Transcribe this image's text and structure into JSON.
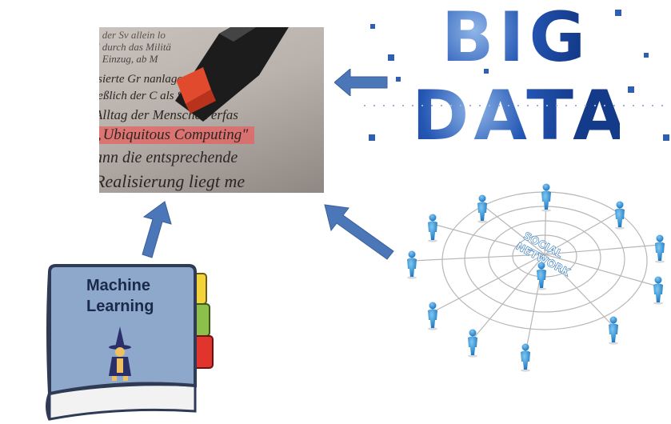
{
  "photo": {
    "lines": [
      "n der Sv allein lo",
      "d durch das Militä",
      "n Einzug, ab M",
      "isierte Gr        nanlagen A",
      "ießlich der      C als Stand-alo",
      "Alltag der Menschen erfas",
      "„Ubiquitous Computing\"",
      "ann die entsprechende",
      "Realisierung liegt me"
    ]
  },
  "big_data": {
    "word1": "BIG",
    "word2": "DATA"
  },
  "social_network": {
    "label_line1": "SOCIAL",
    "label_line2": "NETWORK"
  },
  "book": {
    "title_line1": "Machine",
    "title_line2": "Learning"
  },
  "colors": {
    "arrow": "#4b76b8",
    "big_data_blue": "#1c4da3",
    "book_cover": "#8ea8cc",
    "tab_yellow": "#f3d23a",
    "tab_green": "#8cc04a",
    "tab_red": "#e0342c",
    "person": "#2c8fd6"
  }
}
